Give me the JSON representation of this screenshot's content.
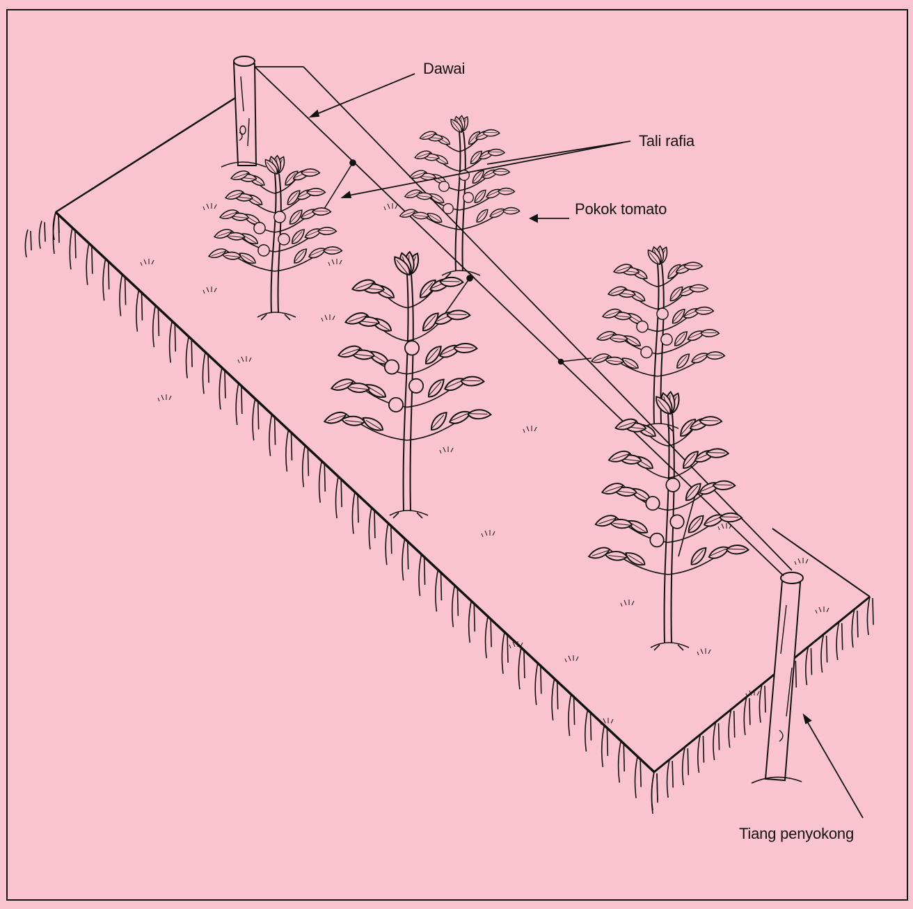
{
  "colors": {
    "background": "#f9c3cf",
    "frame": "#111111",
    "ink": "#111111"
  },
  "labels": {
    "dawai": "Dawai",
    "tali_rafia": "Tali rafia",
    "pokok_tomato": "Pokok tomato",
    "tiang_penyokong": "Tiang penyokong"
  }
}
